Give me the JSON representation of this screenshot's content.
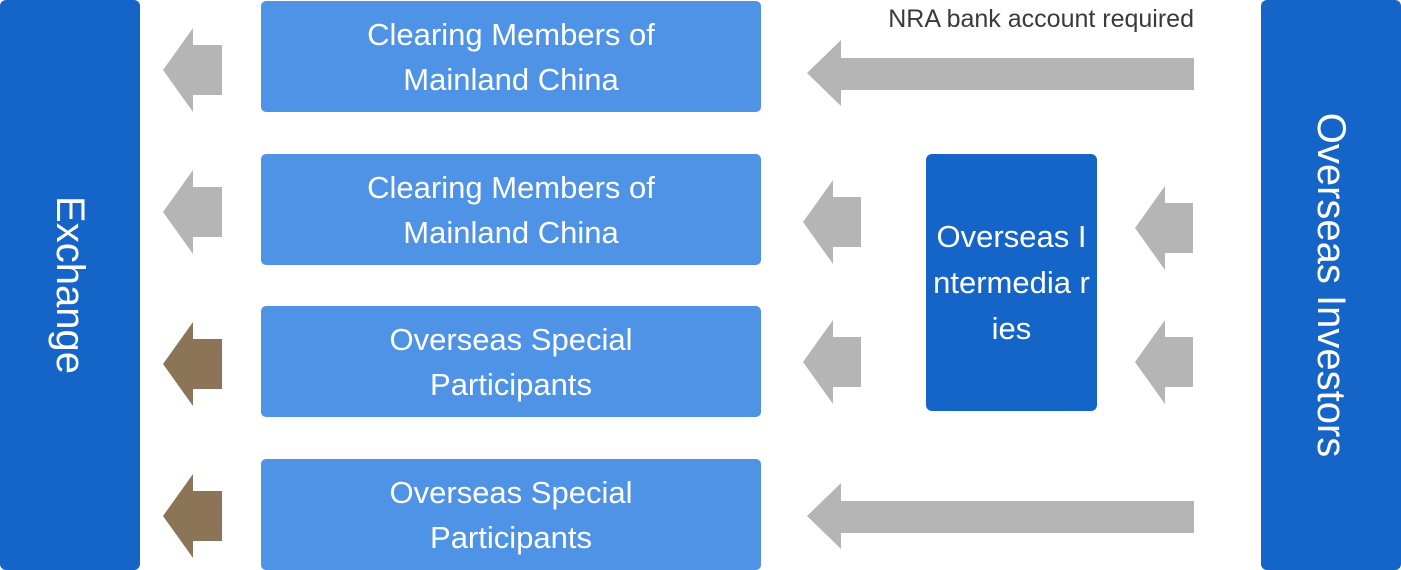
{
  "exchange": {
    "label": "Exchange"
  },
  "investors": {
    "label": "Overseas Investors"
  },
  "intermediaries": {
    "label": "Overseas Intermedia ries"
  },
  "note": {
    "text": "NRA bank account required"
  },
  "rows": [
    {
      "label": "Clearing Members of Mainland China"
    },
    {
      "label": "Clearing Members of Mainland China"
    },
    {
      "label": "Overseas Special Participants"
    },
    {
      "label": "Overseas Special Participants"
    }
  ],
  "colors": {
    "dark_blue": "#1565C8",
    "light_blue": "#4F93E6",
    "gray_arrow": "#B5B5B5",
    "brown_arrow": "#8C7456",
    "note_text": "#3a3a3a"
  }
}
